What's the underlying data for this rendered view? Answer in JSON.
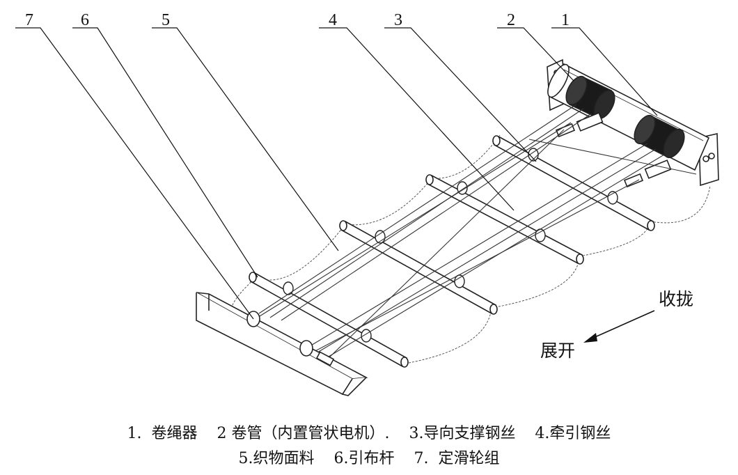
{
  "callouts": {
    "c1": "1",
    "c2": "2",
    "c3": "3",
    "c4": "4",
    "c5": "5",
    "c6": "6",
    "c7": "7"
  },
  "direction": {
    "retract": "收拢",
    "extend": "展开"
  },
  "caption": {
    "line1": "1.  卷绳器    2 卷管（内置管状电机）.    3.导向支撑钢丝    4.牵引钢丝",
    "line2": "5.织物面料    6.引布杆    7.  定滑轮组"
  }
}
